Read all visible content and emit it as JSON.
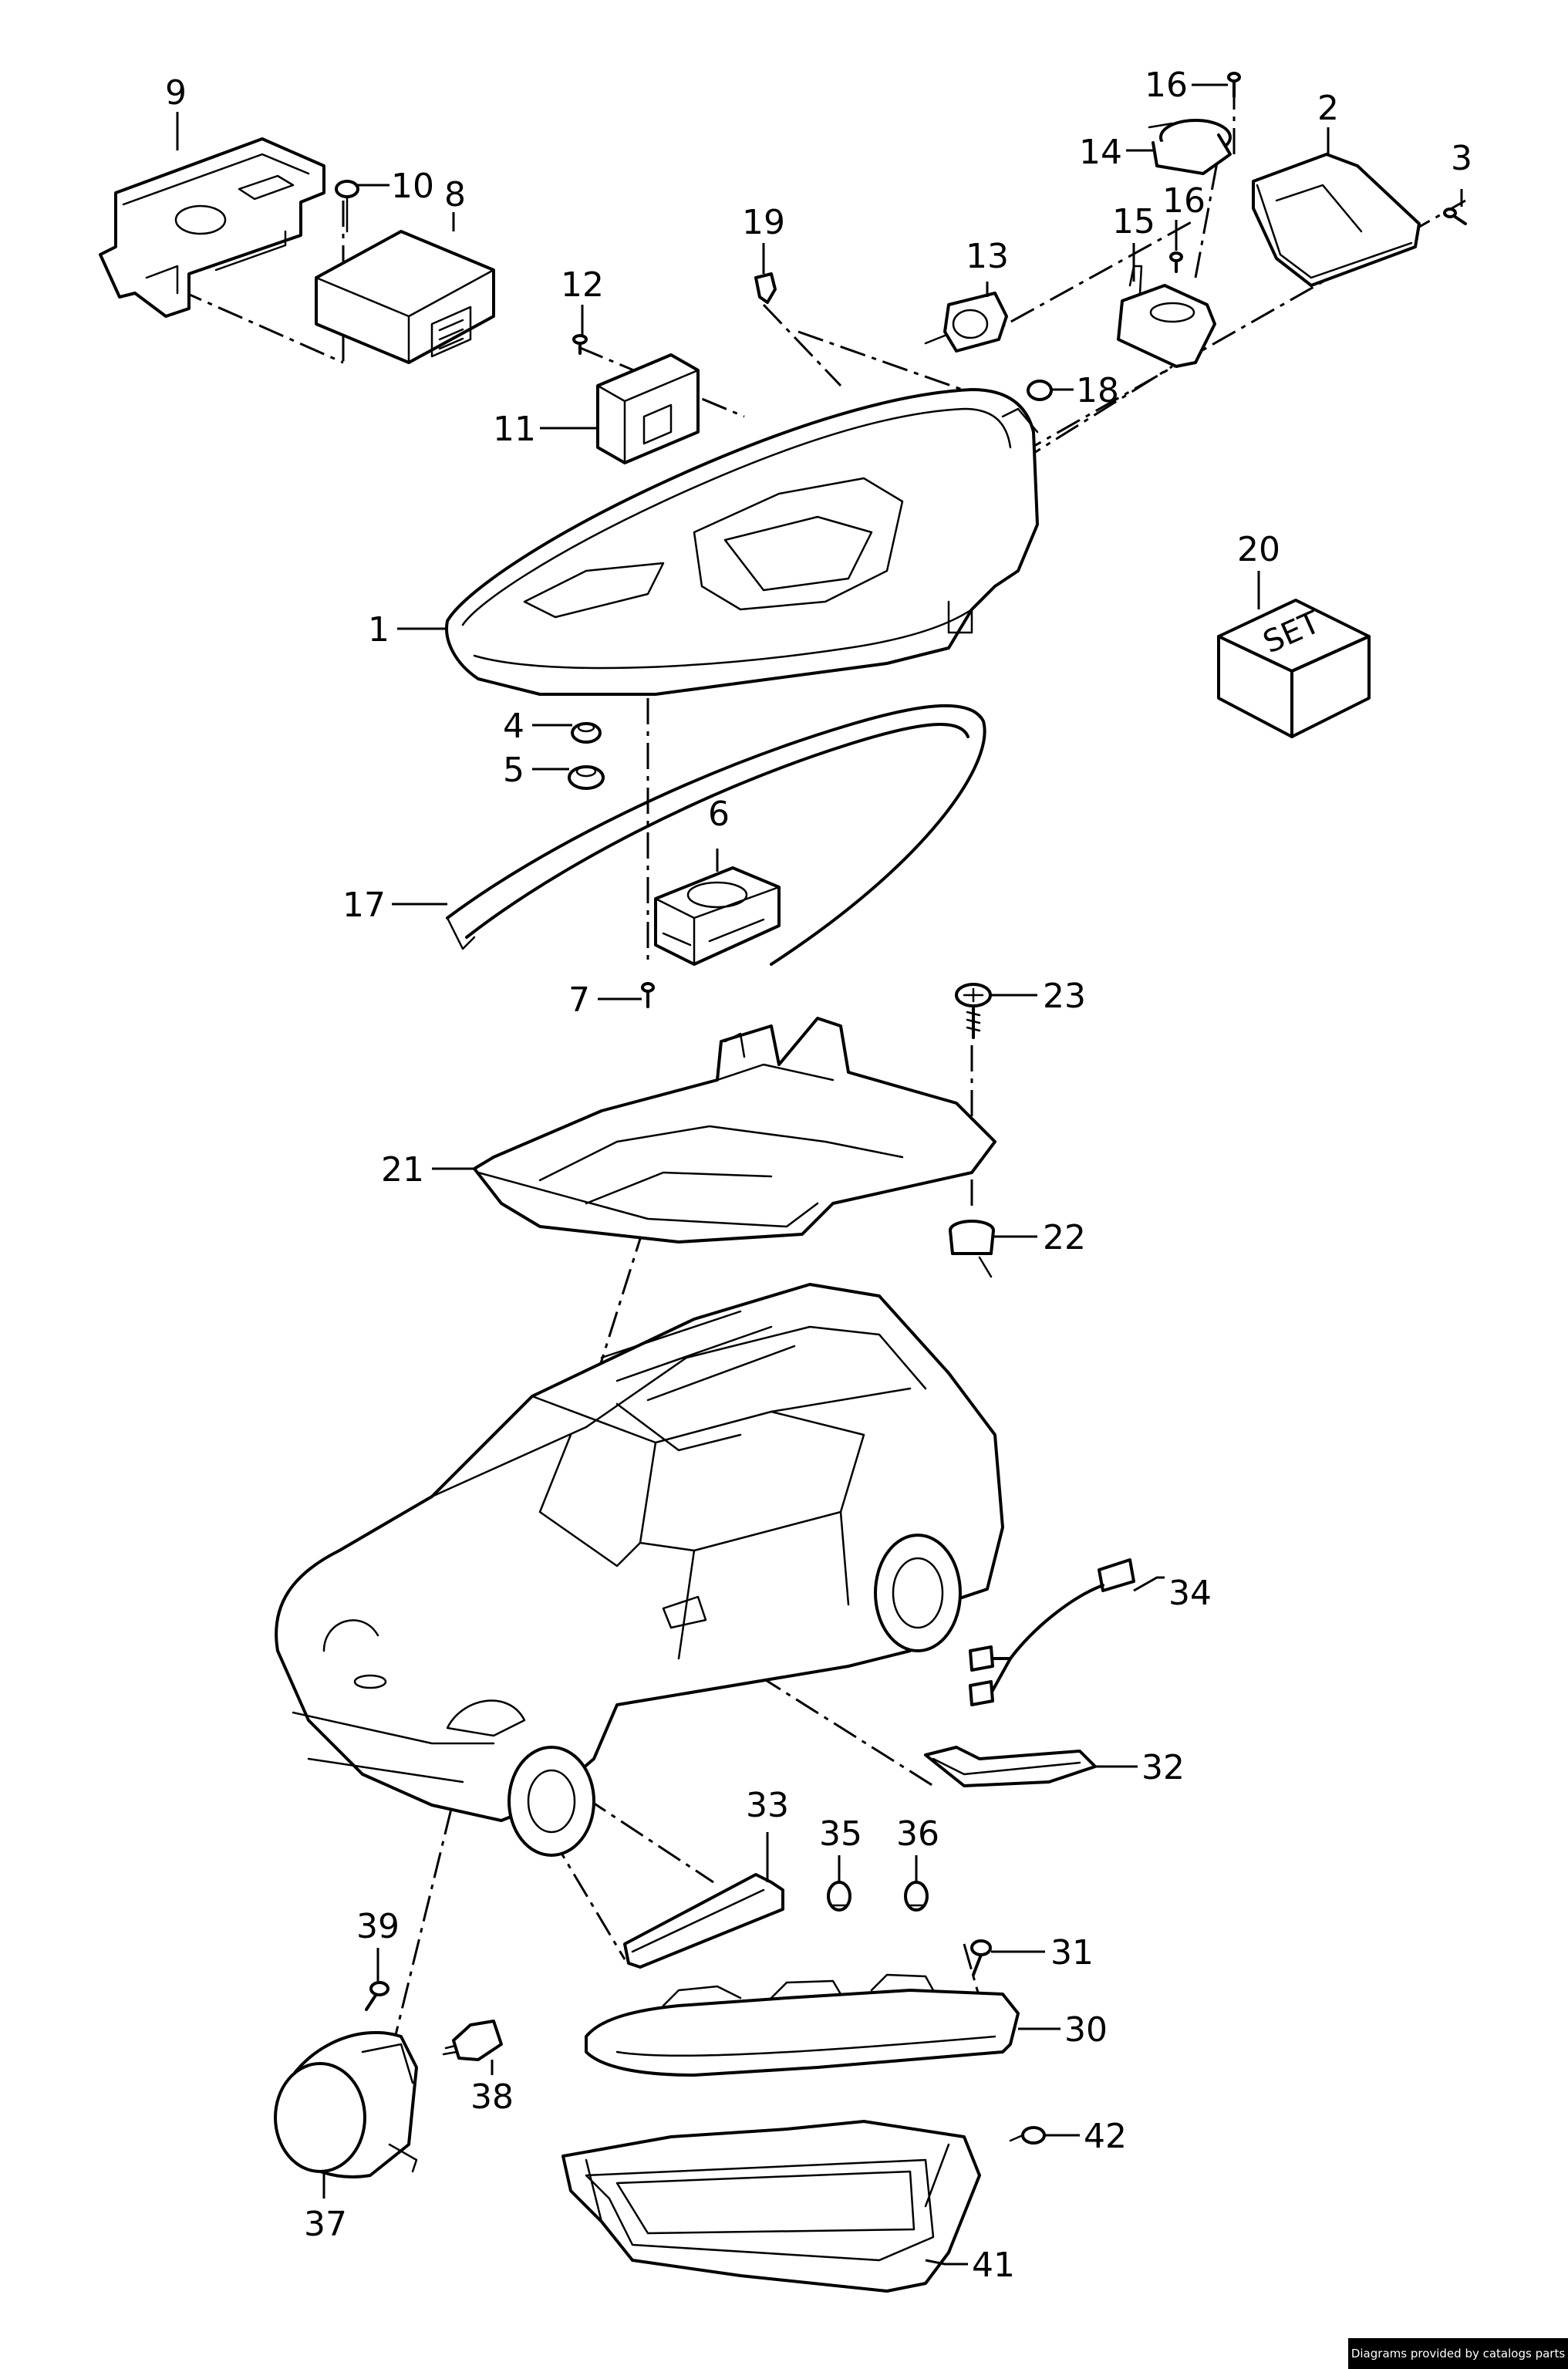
{
  "diagram": {
    "callouts": [
      "1",
      "2",
      "3",
      "4",
      "5",
      "6",
      "7",
      "8",
      "9",
      "10",
      "11",
      "12",
      "13",
      "14",
      "15",
      "16",
      "16",
      "17",
      "18",
      "19",
      "20",
      "21",
      "22",
      "23",
      "30",
      "31",
      "32",
      "33",
      "34",
      "35",
      "36",
      "37",
      "38",
      "39",
      "41",
      "42"
    ],
    "set_box_label": "SET"
  },
  "footer": {
    "credit": "Diagrams provided by catalogs parts"
  }
}
